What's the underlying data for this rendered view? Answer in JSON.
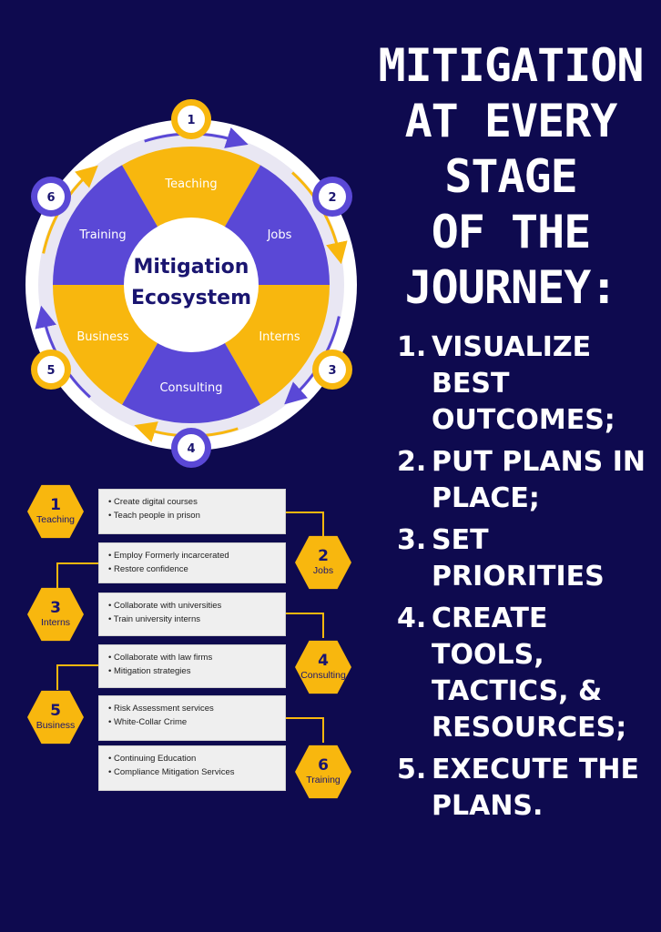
{
  "title": {
    "lines": [
      "MITIGATION",
      "AT EVERY",
      "STAGE",
      "OF THE",
      "JOURNEY:"
    ]
  },
  "steps": [
    {
      "num": "1.",
      "text": "VISUALIZE BEST OUTCOMES;"
    },
    {
      "num": "2.",
      "text": "PUT PLANS IN PLACE;"
    },
    {
      "num": "3.",
      "text": "SET PRIORITIES"
    },
    {
      "num": "4.",
      "text": "CREATE TOOLS, TACTICS, & RESOURCES;"
    },
    {
      "num": "5.",
      "text": "EXECUTE THE PLANS."
    }
  ],
  "cycle": {
    "center_line1": "Mitigation",
    "center_line2": "Ecosystem",
    "segments": [
      "Teaching",
      "Jobs",
      "Interns",
      "Consulting",
      "Business",
      "Training"
    ],
    "step_numbers": [
      "1",
      "2",
      "3",
      "4",
      "5",
      "6"
    ]
  },
  "table": {
    "rows": [
      {
        "num": "1",
        "label": "Teaching",
        "bullets": [
          "• Create digital courses",
          "• Teach people in prison"
        ]
      },
      {
        "num": "2",
        "label": "Jobs",
        "bullets": [
          "• Employ Formerly incarcerated",
          "• Restore confidence"
        ]
      },
      {
        "num": "3",
        "label": "Interns",
        "bullets": [
          "• Collaborate with universities",
          "• Train university interns"
        ]
      },
      {
        "num": "4",
        "label": "Consulting",
        "bullets": [
          "• Collaborate with law firms",
          "• Mitigation strategies"
        ]
      },
      {
        "num": "5",
        "label": "Business",
        "bullets": [
          "• Risk Assessment services",
          "• White-Collar Crime"
        ]
      },
      {
        "num": "6",
        "label": "Training",
        "bullets": [
          "• Continuing Education",
          "• Compliance Mitigation Services"
        ]
      }
    ]
  },
  "colors": {
    "background": "#0e0a4f",
    "yellow": "#f8b70e",
    "purple": "#5a48d6",
    "ring": "#ffffff",
    "text_dark": "#1a1570"
  }
}
